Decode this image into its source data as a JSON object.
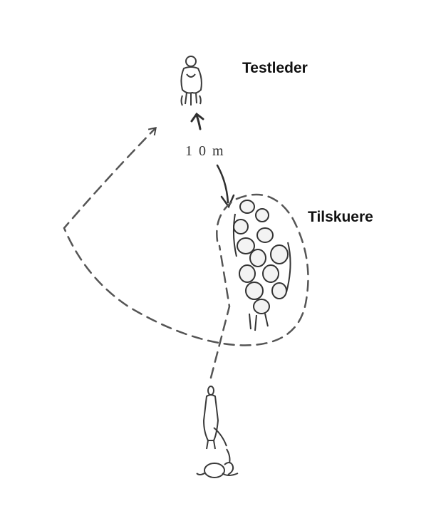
{
  "labels": {
    "leader": "Testleder",
    "spectators": "Tilskuere",
    "distance": "1 0 m"
  },
  "figures": {
    "leader_icon": "standing-person-icon",
    "crowd_icon": "crowd-icon",
    "handler_icon": "person-with-dog-icon"
  },
  "colors": {
    "ink": "#3a3a3a",
    "dashed_path": "#555555",
    "background": "#ffffff"
  }
}
